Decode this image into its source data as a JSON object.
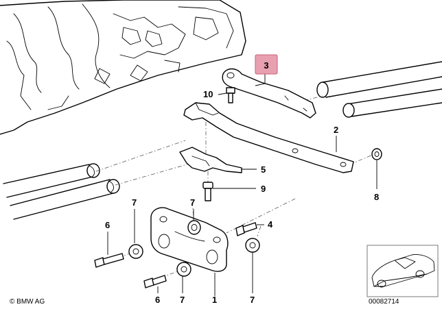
{
  "diagram": {
    "callouts": [
      {
        "id": "1",
        "label": "1"
      },
      {
        "id": "2",
        "label": "2"
      },
      {
        "id": "3",
        "label": "3",
        "highlight": true
      },
      {
        "id": "4",
        "label": "4"
      },
      {
        "id": "5",
        "label": "5"
      },
      {
        "id": "6a",
        "label": "6"
      },
      {
        "id": "6b",
        "label": "6"
      },
      {
        "id": "7a",
        "label": "7"
      },
      {
        "id": "7b",
        "label": "7"
      },
      {
        "id": "7c",
        "label": "7"
      },
      {
        "id": "7d",
        "label": "7"
      },
      {
        "id": "8",
        "label": "8"
      },
      {
        "id": "9",
        "label": "9"
      },
      {
        "id": "10",
        "label": "10"
      }
    ],
    "highlight_color": "#e8a0b0",
    "brand": "© BMW AG",
    "diagram_number": "00082714"
  }
}
